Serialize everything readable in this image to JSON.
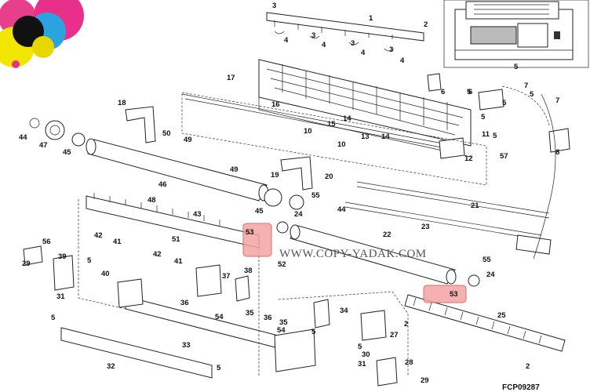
{
  "diagram": {
    "figure_code": "FCP09287",
    "watermark": "WWW.COPY-YADAK.COM",
    "highlight_color": "#f4a3a3",
    "labels": {
      "p1": "1",
      "p2": "2",
      "p2b": "2",
      "p2c": "2",
      "p3a": "3",
      "p3b": "3",
      "p3c": "3",
      "p3d": "3",
      "p4a": "4",
      "p4b": "4",
      "p4c": "4",
      "p4d": "4",
      "p5a": "5",
      "p5b": "5",
      "p5c": "5",
      "p5d": "5",
      "p5e": "5",
      "p5f": "5",
      "p5g": "5",
      "p5h": "5",
      "p5i": "5",
      "p5j": "5",
      "p5k": "5",
      "p6a": "6",
      "p6b": "6",
      "p7a": "7",
      "p7b": "7",
      "p8": "8",
      "p10a": "10",
      "p10b": "10",
      "p11": "11",
      "p12": "12",
      "p13": "13",
      "p14a": "14",
      "p14b": "14",
      "p15": "15",
      "p16": "16",
      "p17": "17",
      "p18": "18",
      "p19": "19",
      "p20": "20",
      "p21": "21",
      "p22": "22",
      "p23": "23",
      "p24a": "24",
      "p24b": "24",
      "p25": "25",
      "p27": "27",
      "p28": "28",
      "p29a": "29",
      "p29b": "29",
      "p30": "30",
      "p31a": "31",
      "p31b": "31",
      "p32": "32",
      "p33": "33",
      "p34": "34",
      "p35a": "35",
      "p35b": "35",
      "p36a": "36",
      "p36b": "36",
      "p37": "37",
      "p38": "38",
      "p39": "39",
      "p40": "40",
      "p41a": "41",
      "p41b": "41",
      "p42a": "42",
      "p42b": "42",
      "p43": "43",
      "p44a": "44",
      "p44b": "44",
      "p45a": "45",
      "p45b": "45",
      "p46": "46",
      "p47": "47",
      "p48": "48",
      "p49a": "49",
      "p49b": "49",
      "p50": "50",
      "p51": "51",
      "p52": "52",
      "p53a": "53",
      "p53b": "53",
      "p54a": "54",
      "p54b": "54",
      "p55a": "55",
      "p55b": "55",
      "p56": "56",
      "p57": "57"
    }
  }
}
